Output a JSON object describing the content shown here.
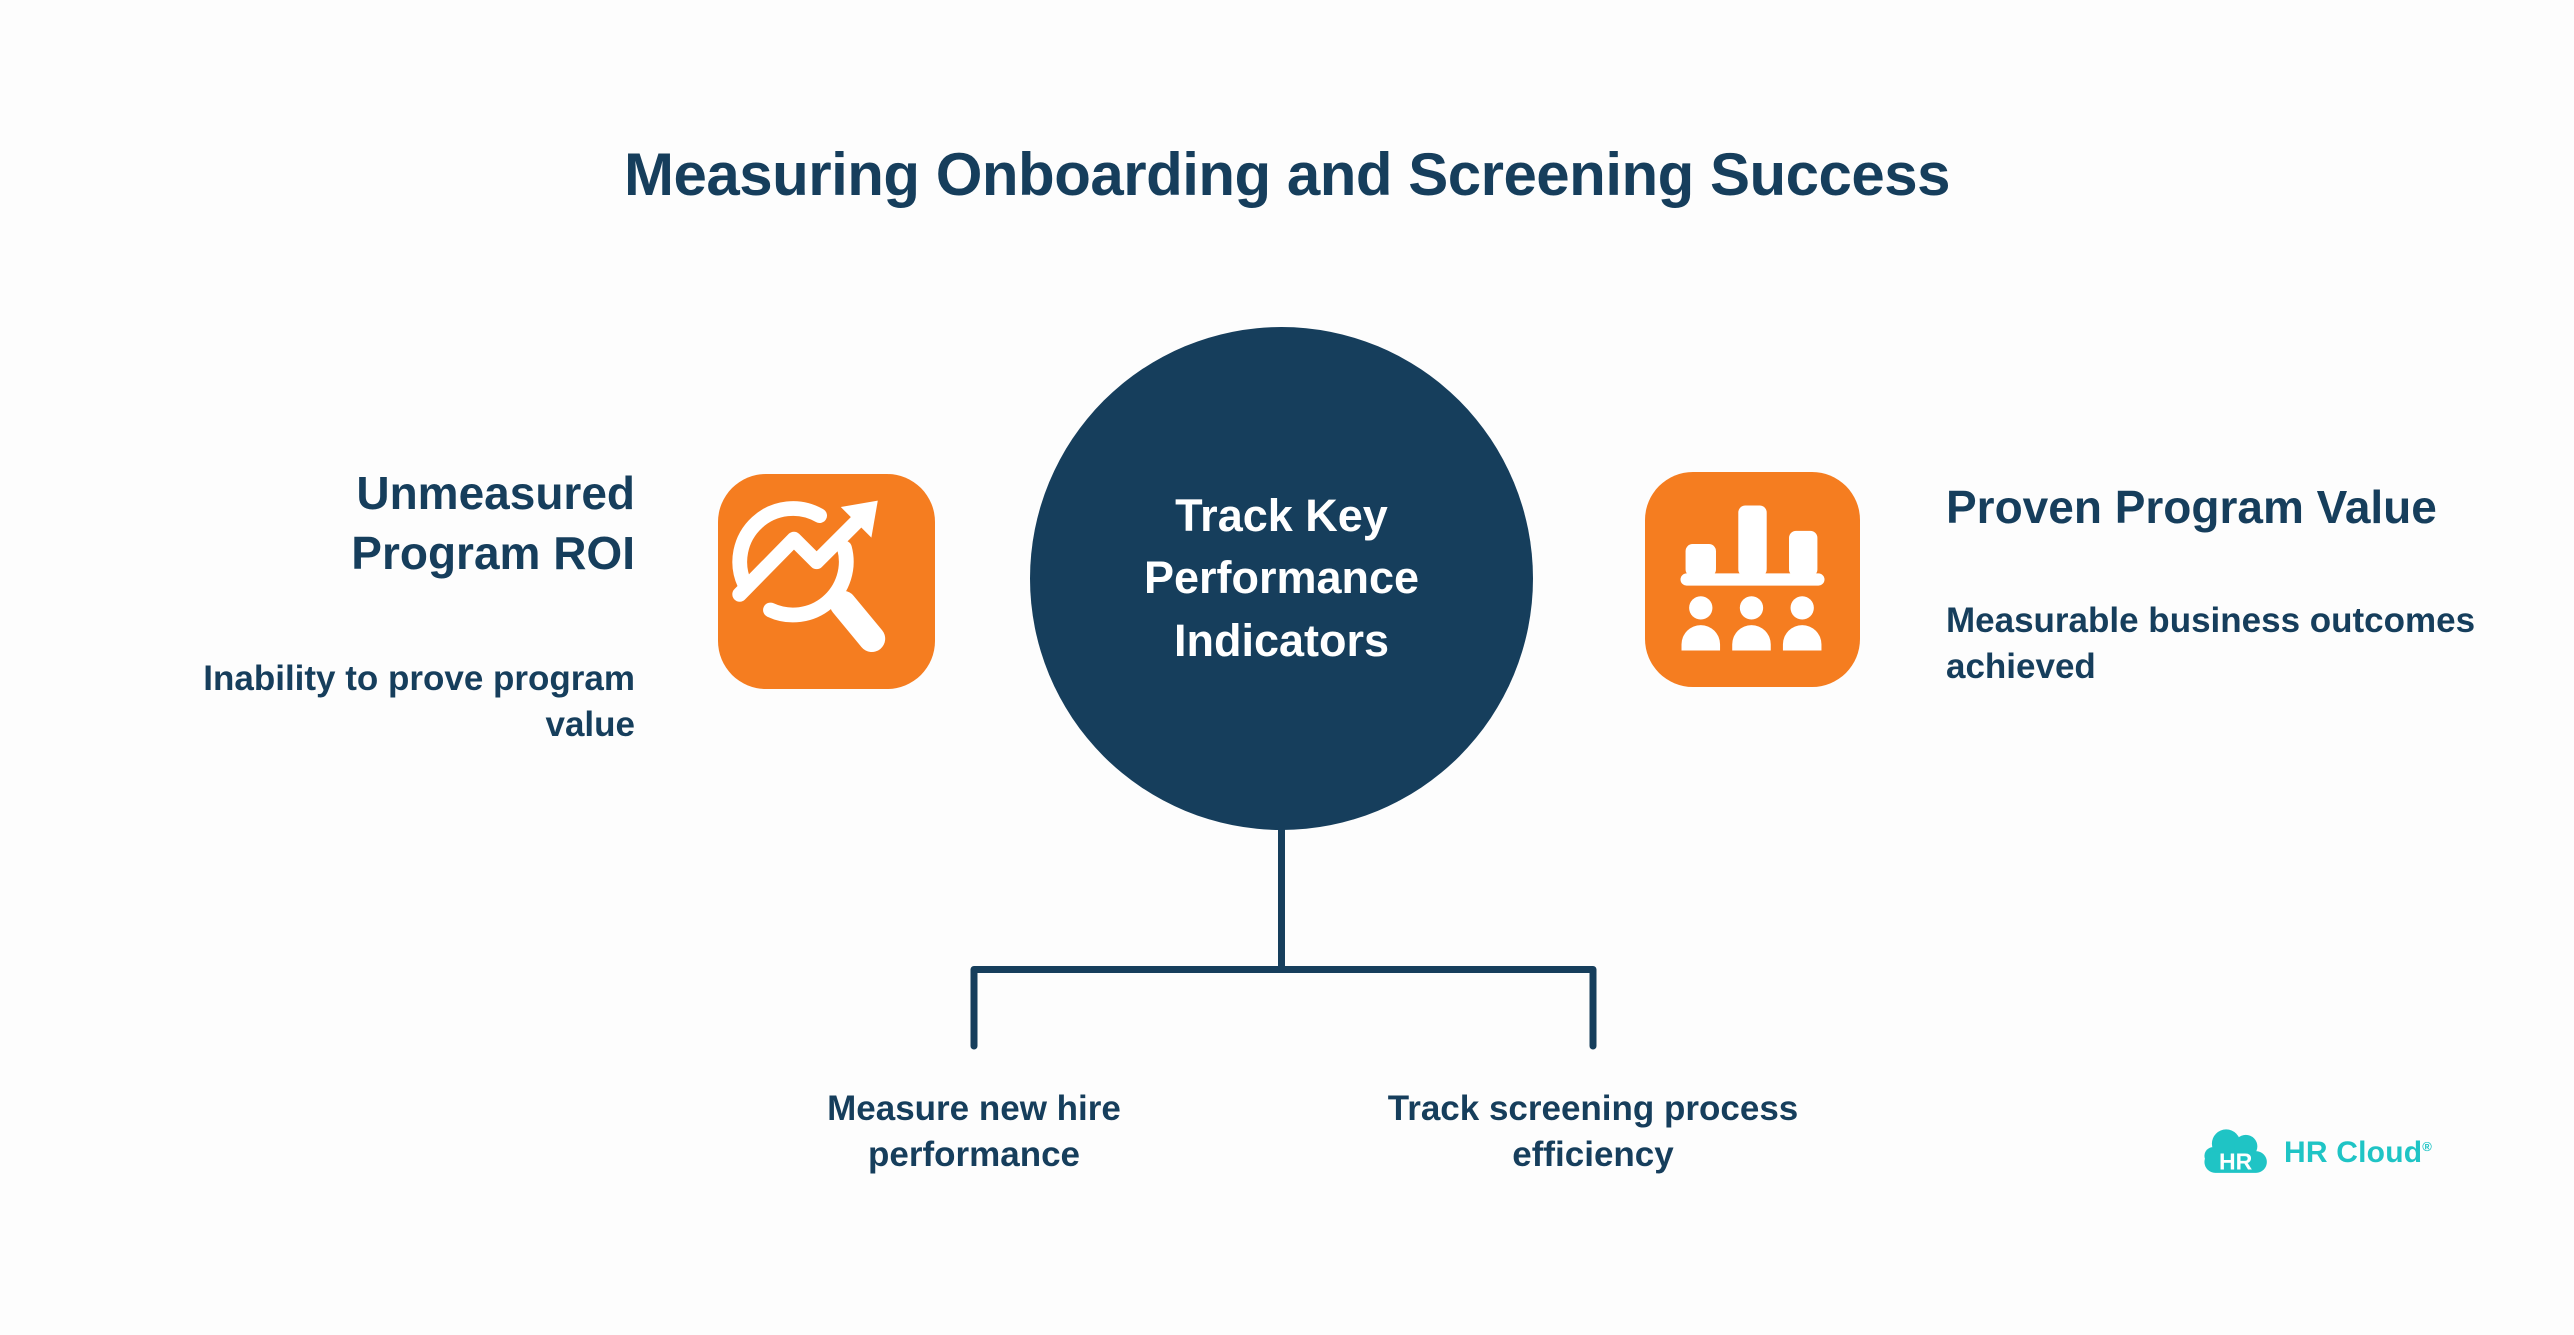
{
  "colors": {
    "navy": "#163e5c",
    "orange": "#f57d20",
    "teal": "#1fc4c5",
    "background": "#fdfdfd",
    "icon_glyph": "#ffffff",
    "circle_text": "#ffffff"
  },
  "title": "Measuring Onboarding and Screening Success",
  "center_circle": {
    "label": "Track Key Performance Indicators"
  },
  "left_item": {
    "heading": "Unmeasured Program ROI",
    "description": "Inability to prove program value",
    "icon": "trend-magnifier-icon"
  },
  "right_item": {
    "heading": "Proven Program Value",
    "description": "Measurable business outcomes achieved",
    "icon": "team-bar-chart-icon"
  },
  "branches": [
    {
      "label": "Measure new hire performance"
    },
    {
      "label": "Track screening process efficiency"
    }
  ],
  "logo": {
    "icon": "cloud-icon",
    "badge_text": "HR",
    "brand_text": "HR Cloud",
    "registered_mark": "®"
  }
}
